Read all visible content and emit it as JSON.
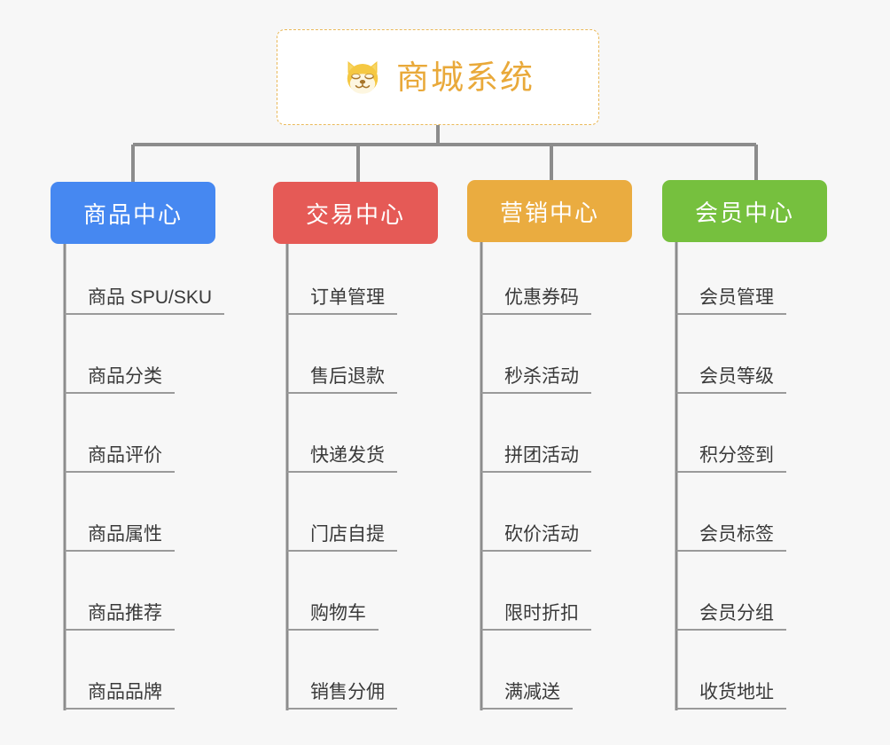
{
  "diagram": {
    "type": "org-tree",
    "background_color": "#f7f7f7",
    "connector_color": "#8c8c8c",
    "leaf_rule_color": "#9a9a9a",
    "leaf_text_color": "#3a3a3a"
  },
  "root": {
    "title": "商城系统",
    "icon": "shiba-dog-icon",
    "text_color": "#e9a93a",
    "border_color": "#eab95a",
    "background_color": "#ffffff"
  },
  "categories": [
    {
      "label": "商品中心",
      "color": "#4688f1",
      "items": [
        "商品 SPU/SKU",
        "商品分类",
        "商品评价",
        "商品属性",
        "商品推荐",
        "商品品牌"
      ]
    },
    {
      "label": "交易中心",
      "color": "#e55a56",
      "items": [
        "订单管理",
        "售后退款",
        "快递发货",
        "门店自提",
        "购物车",
        "销售分佣"
      ]
    },
    {
      "label": "营销中心",
      "color": "#eaac40",
      "items": [
        "优惠券码",
        "秒杀活动",
        "拼团活动",
        "砍价活动",
        "限时折扣",
        "满减送"
      ]
    },
    {
      "label": "会员中心",
      "color": "#76c03e",
      "items": [
        "会员管理",
        "会员等级",
        "积分签到",
        "会员标签",
        "会员分组",
        "收货地址"
      ]
    }
  ]
}
